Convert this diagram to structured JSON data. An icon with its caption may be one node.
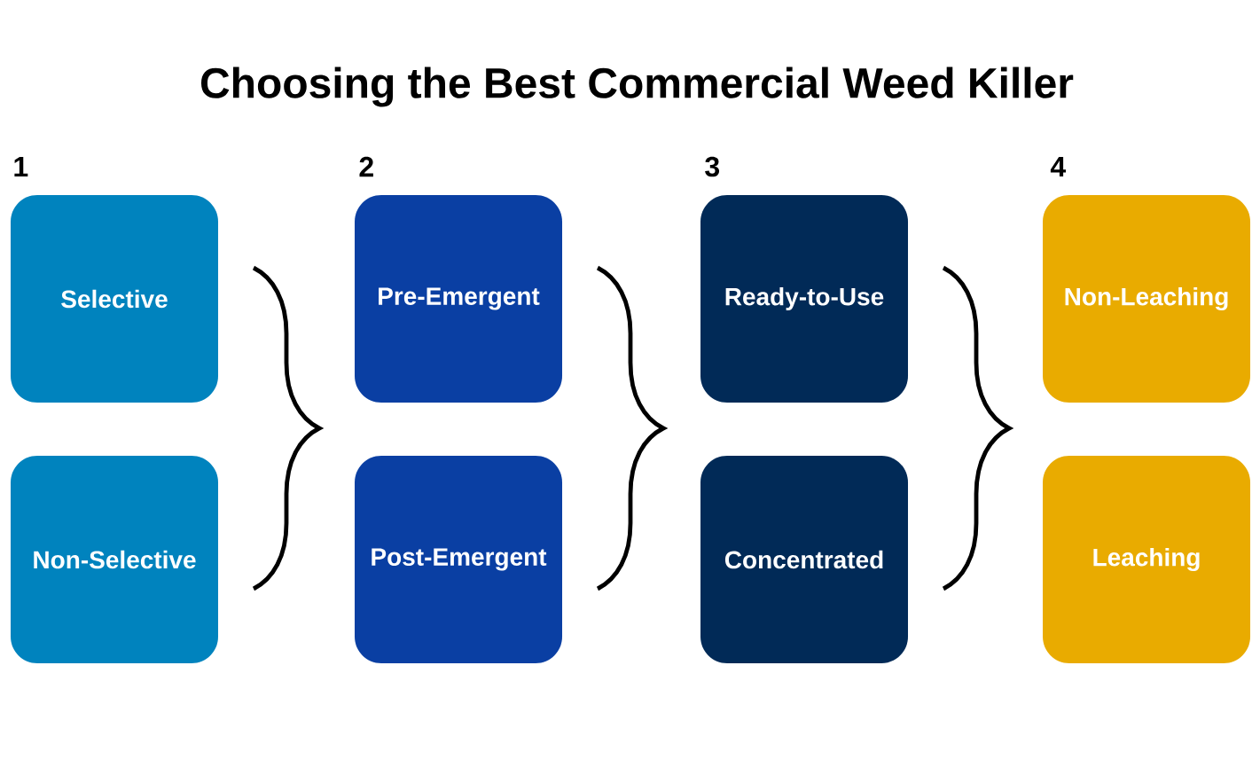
{
  "diagram": {
    "title": "Choosing the Best Commercial Weed Killer",
    "nodes": [
      {
        "text": [
          "Selective"
        ]
      },
      {
        "text": [
          "Non-Selective"
        ]
      },
      {
        "text": [
          "Pre-Emergent"
        ]
      },
      {
        "text": [
          "Post-Emergent"
        ]
      },
      {
        "text": [
          "Ready-to-Use"
        ]
      },
      {
        "text": [
          "Concentrated"
        ]
      },
      {
        "text": [
          "Non-Leaching"
        ]
      },
      {
        "text": [
          "Leaching"
        ]
      }
    ],
    "labels": [
      "1",
      "2",
      "3",
      "4"
    ]
  }
}
